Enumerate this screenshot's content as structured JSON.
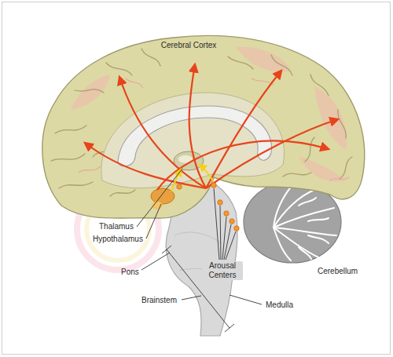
{
  "diagram": {
    "labels": [
      "Cerebral Cortex",
      "Thalamus",
      "Hypothalamus",
      "Pons",
      "Arousal Centers",
      "Cerebellum",
      "Brainstem",
      "Medulla"
    ]
  }
}
